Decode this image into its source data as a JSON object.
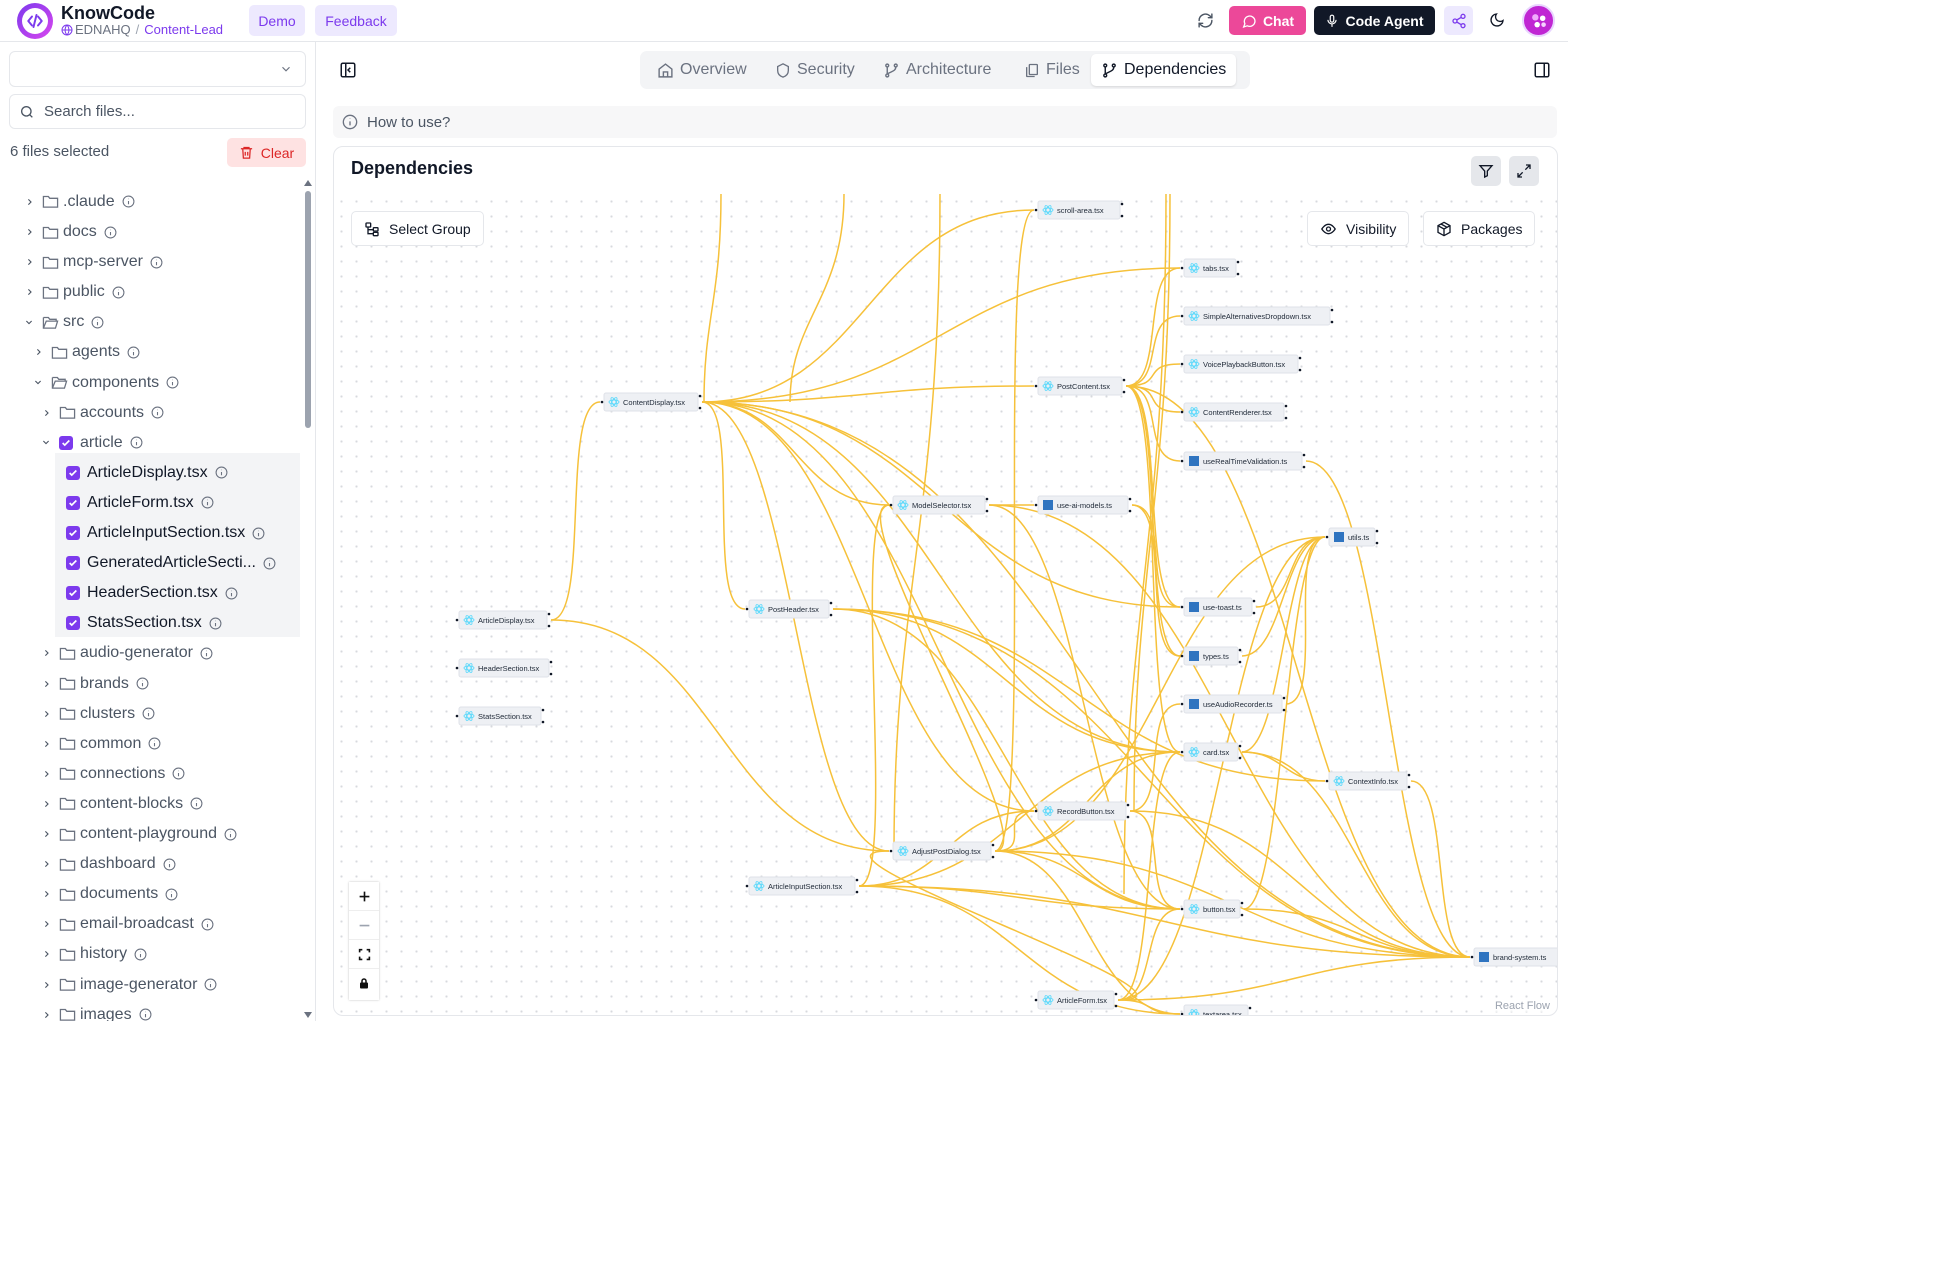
{
  "header": {
    "app_name": "KnowCode",
    "org": "EDNAHQ",
    "separator": "/",
    "project": "Content-Lead",
    "demo_label": "Demo",
    "feedback_label": "Feedback",
    "chat_label": "Chat",
    "code_agent_label": "Code Agent"
  },
  "sidebar": {
    "select_value": "",
    "search_placeholder": "Search files...",
    "selected_count": "6 files selected",
    "clear_label": "Clear",
    "tree": [
      {
        "label": ".claude",
        "type": "folder",
        "level": 0,
        "expanded": false
      },
      {
        "label": "docs",
        "type": "folder",
        "level": 0,
        "expanded": false
      },
      {
        "label": "mcp-server",
        "type": "folder",
        "level": 0,
        "expanded": false
      },
      {
        "label": "public",
        "type": "folder",
        "level": 0,
        "expanded": false
      },
      {
        "label": "src",
        "type": "folder",
        "level": 0,
        "expanded": true
      },
      {
        "label": "agents",
        "type": "folder",
        "level": 1,
        "expanded": false
      },
      {
        "label": "components",
        "type": "folder",
        "level": 1,
        "expanded": true
      },
      {
        "label": "accounts",
        "type": "folder",
        "level": 2,
        "expanded": false
      },
      {
        "label": "article",
        "type": "folder",
        "level": 2,
        "expanded": true,
        "checked": true
      },
      {
        "label": "ArticleDisplay.tsx",
        "type": "file",
        "level": 3,
        "checked": true
      },
      {
        "label": "ArticleForm.tsx",
        "type": "file",
        "level": 3,
        "checked": true
      },
      {
        "label": "ArticleInputSection.tsx",
        "type": "file",
        "level": 3,
        "checked": true
      },
      {
        "label": "GeneratedArticleSecti...",
        "type": "file",
        "level": 3,
        "checked": true
      },
      {
        "label": "HeaderSection.tsx",
        "type": "file",
        "level": 3,
        "checked": true
      },
      {
        "label": "StatsSection.tsx",
        "type": "file",
        "level": 3,
        "checked": true
      },
      {
        "label": "audio-generator",
        "type": "folder",
        "level": 2,
        "expanded": false
      },
      {
        "label": "brands",
        "type": "folder",
        "level": 2,
        "expanded": false
      },
      {
        "label": "clusters",
        "type": "folder",
        "level": 2,
        "expanded": false
      },
      {
        "label": "common",
        "type": "folder",
        "level": 2,
        "expanded": false
      },
      {
        "label": "connections",
        "type": "folder",
        "level": 2,
        "expanded": false
      },
      {
        "label": "content-blocks",
        "type": "folder",
        "level": 2,
        "expanded": false
      },
      {
        "label": "content-playground",
        "type": "folder",
        "level": 2,
        "expanded": false
      },
      {
        "label": "dashboard",
        "type": "folder",
        "level": 2,
        "expanded": false
      },
      {
        "label": "documents",
        "type": "folder",
        "level": 2,
        "expanded": false
      },
      {
        "label": "email-broadcast",
        "type": "folder",
        "level": 2,
        "expanded": false
      },
      {
        "label": "history",
        "type": "folder",
        "level": 2,
        "expanded": false
      },
      {
        "label": "image-generator",
        "type": "folder",
        "level": 2,
        "expanded": false
      },
      {
        "label": "images",
        "type": "folder",
        "level": 2,
        "expanded": false
      }
    ]
  },
  "tabs": [
    {
      "label": "Overview",
      "icon": "home-icon",
      "active": false
    },
    {
      "label": "Security",
      "icon": "shield-icon",
      "active": false
    },
    {
      "label": "Architecture",
      "icon": "architecture-icon",
      "active": false
    },
    {
      "label": "Files",
      "icon": "files-icon",
      "active": false
    },
    {
      "label": "Dependencies",
      "icon": "dependencies-icon",
      "active": true
    }
  ],
  "howto_label": "How to use?",
  "panel": {
    "title": "Dependencies",
    "select_group_label": "Select Group",
    "visibility_label": "Visibility",
    "packages_label": "Packages",
    "attribution": "React Flow"
  },
  "graph": {
    "edge_color": "#f6c13a",
    "nodes": [
      {
        "id": "scroll-area",
        "label": "scroll-area.tsx",
        "kind": "react"
      },
      {
        "id": "tabs",
        "label": "tabs.tsx",
        "kind": "react"
      },
      {
        "id": "simplealt",
        "label": "SimpleAlternativesDropdown.tsx",
        "kind": "react"
      },
      {
        "id": "voicepb",
        "label": "VoicePlaybackButton.tsx",
        "kind": "react"
      },
      {
        "id": "contentrenderer",
        "label": "ContentRenderer.tsx",
        "kind": "react"
      },
      {
        "id": "userealtime",
        "label": "useRealTimeValidation.ts",
        "kind": "ts"
      },
      {
        "id": "postcontent",
        "label": "PostContent.tsx",
        "kind": "react"
      },
      {
        "id": "contentdisplay",
        "label": "ContentDisplay.tsx",
        "kind": "react"
      },
      {
        "id": "modelselector",
        "label": "ModelSelector.tsx",
        "kind": "react"
      },
      {
        "id": "useaimodels",
        "label": "use-ai-models.ts",
        "kind": "ts"
      },
      {
        "id": "utils",
        "label": "utils.ts",
        "kind": "ts"
      },
      {
        "id": "usetoast",
        "label": "use-toast.ts",
        "kind": "ts"
      },
      {
        "id": "types",
        "label": "types.ts",
        "kind": "ts"
      },
      {
        "id": "useaudiorec",
        "label": "useAudioRecorder.ts",
        "kind": "ts"
      },
      {
        "id": "card",
        "label": "card.tsx",
        "kind": "react"
      },
      {
        "id": "contextinfo",
        "label": "ContextInfo.tsx",
        "kind": "react"
      },
      {
        "id": "articledisplay",
        "label": "ArticleDisplay.tsx",
        "kind": "react"
      },
      {
        "id": "headersection",
        "label": "HeaderSection.tsx",
        "kind": "react"
      },
      {
        "id": "statssection",
        "label": "StatsSection.tsx",
        "kind": "react"
      },
      {
        "id": "postheader",
        "label": "PostHeader.tsx",
        "kind": "react"
      },
      {
        "id": "recordbutton",
        "label": "RecordButton.tsx",
        "kind": "react"
      },
      {
        "id": "adjustpost",
        "label": "AdjustPostDialog.tsx",
        "kind": "react"
      },
      {
        "id": "articleinput",
        "label": "ArticleInputSection.tsx",
        "kind": "react"
      },
      {
        "id": "button",
        "label": "button.tsx",
        "kind": "react"
      },
      {
        "id": "brandsystem",
        "label": "brand-system.ts",
        "kind": "ts"
      },
      {
        "id": "articleform",
        "label": "ArticleForm.tsx",
        "kind": "react"
      },
      {
        "id": "textarea",
        "label": "textarea.tsx",
        "kind": "react"
      }
    ],
    "edges": [
      [
        "articledisplay",
        "contentdisplay"
      ],
      [
        "articledisplay",
        "adjustpost"
      ],
      [
        "contentdisplay",
        "scroll-area"
      ],
      [
        "contentdisplay",
        "postcontent"
      ],
      [
        "contentdisplay",
        "modelselector"
      ],
      [
        "contentdisplay",
        "postheader"
      ],
      [
        "contentdisplay",
        "card"
      ],
      [
        "contentdisplay",
        "button"
      ],
      [
        "contentdisplay",
        "brandsystem"
      ],
      [
        "contentdisplay",
        "recordbutton"
      ],
      [
        "contentdisplay",
        "adjustpost"
      ],
      [
        "contentdisplay",
        "tabs"
      ],
      [
        "contentdisplay",
        "usetoast"
      ],
      [
        "postcontent",
        "tabs"
      ],
      [
        "postcontent",
        "simplealt"
      ],
      [
        "postcontent",
        "voicepb"
      ],
      [
        "postcontent",
        "contentrenderer"
      ],
      [
        "postcontent",
        "userealtime"
      ],
      [
        "postcontent",
        "usetoast"
      ],
      [
        "postcontent",
        "types"
      ],
      [
        "postcontent",
        "card"
      ],
      [
        "postcontent",
        "brandsystem"
      ],
      [
        "modelselector",
        "useaimodels"
      ],
      [
        "modelselector",
        "button"
      ],
      [
        "modelselector",
        "brandsystem"
      ],
      [
        "useaimodels",
        "usetoast"
      ],
      [
        "useaimodels",
        "types"
      ],
      [
        "postheader",
        "button"
      ],
      [
        "postheader",
        "card"
      ],
      [
        "postheader",
        "brandsystem"
      ],
      [
        "postheader",
        "contextinfo"
      ],
      [
        "adjustpost",
        "modelselector"
      ],
      [
        "adjustpost",
        "recordbutton"
      ],
      [
        "adjustpost",
        "button"
      ],
      [
        "adjustpost",
        "card"
      ],
      [
        "adjustpost",
        "utils"
      ],
      [
        "adjustpost",
        "brandsystem"
      ],
      [
        "adjustpost",
        "textarea"
      ],
      [
        "adjustpost",
        "scroll-area"
      ],
      [
        "recordbutton",
        "useaudiorec"
      ],
      [
        "recordbutton",
        "button"
      ],
      [
        "recordbutton",
        "brandsystem"
      ],
      [
        "articleinput",
        "button"
      ],
      [
        "articleinput",
        "recordbutton"
      ],
      [
        "articleinput",
        "card"
      ],
      [
        "articleinput",
        "textarea"
      ],
      [
        "articleinput",
        "brandsystem"
      ],
      [
        "articleinput",
        "modelselector"
      ],
      [
        "articleform",
        "button"
      ],
      [
        "articleform",
        "card"
      ],
      [
        "articleform",
        "utils"
      ],
      [
        "articleform",
        "textarea"
      ],
      [
        "articleform",
        "brandsystem"
      ],
      [
        "articleform",
        "adjustpost"
      ],
      [
        "usetoast",
        "utils"
      ],
      [
        "types",
        "utils"
      ],
      [
        "card",
        "utils"
      ],
      [
        "card",
        "contextinfo"
      ],
      [
        "card",
        "brandsystem"
      ],
      [
        "button",
        "utils"
      ],
      [
        "button",
        "brandsystem"
      ],
      [
        "contextinfo",
        "brandsystem"
      ],
      [
        "useaudiorec",
        "utils"
      ],
      [
        "userealtime",
        "brandsystem"
      ]
    ]
  }
}
